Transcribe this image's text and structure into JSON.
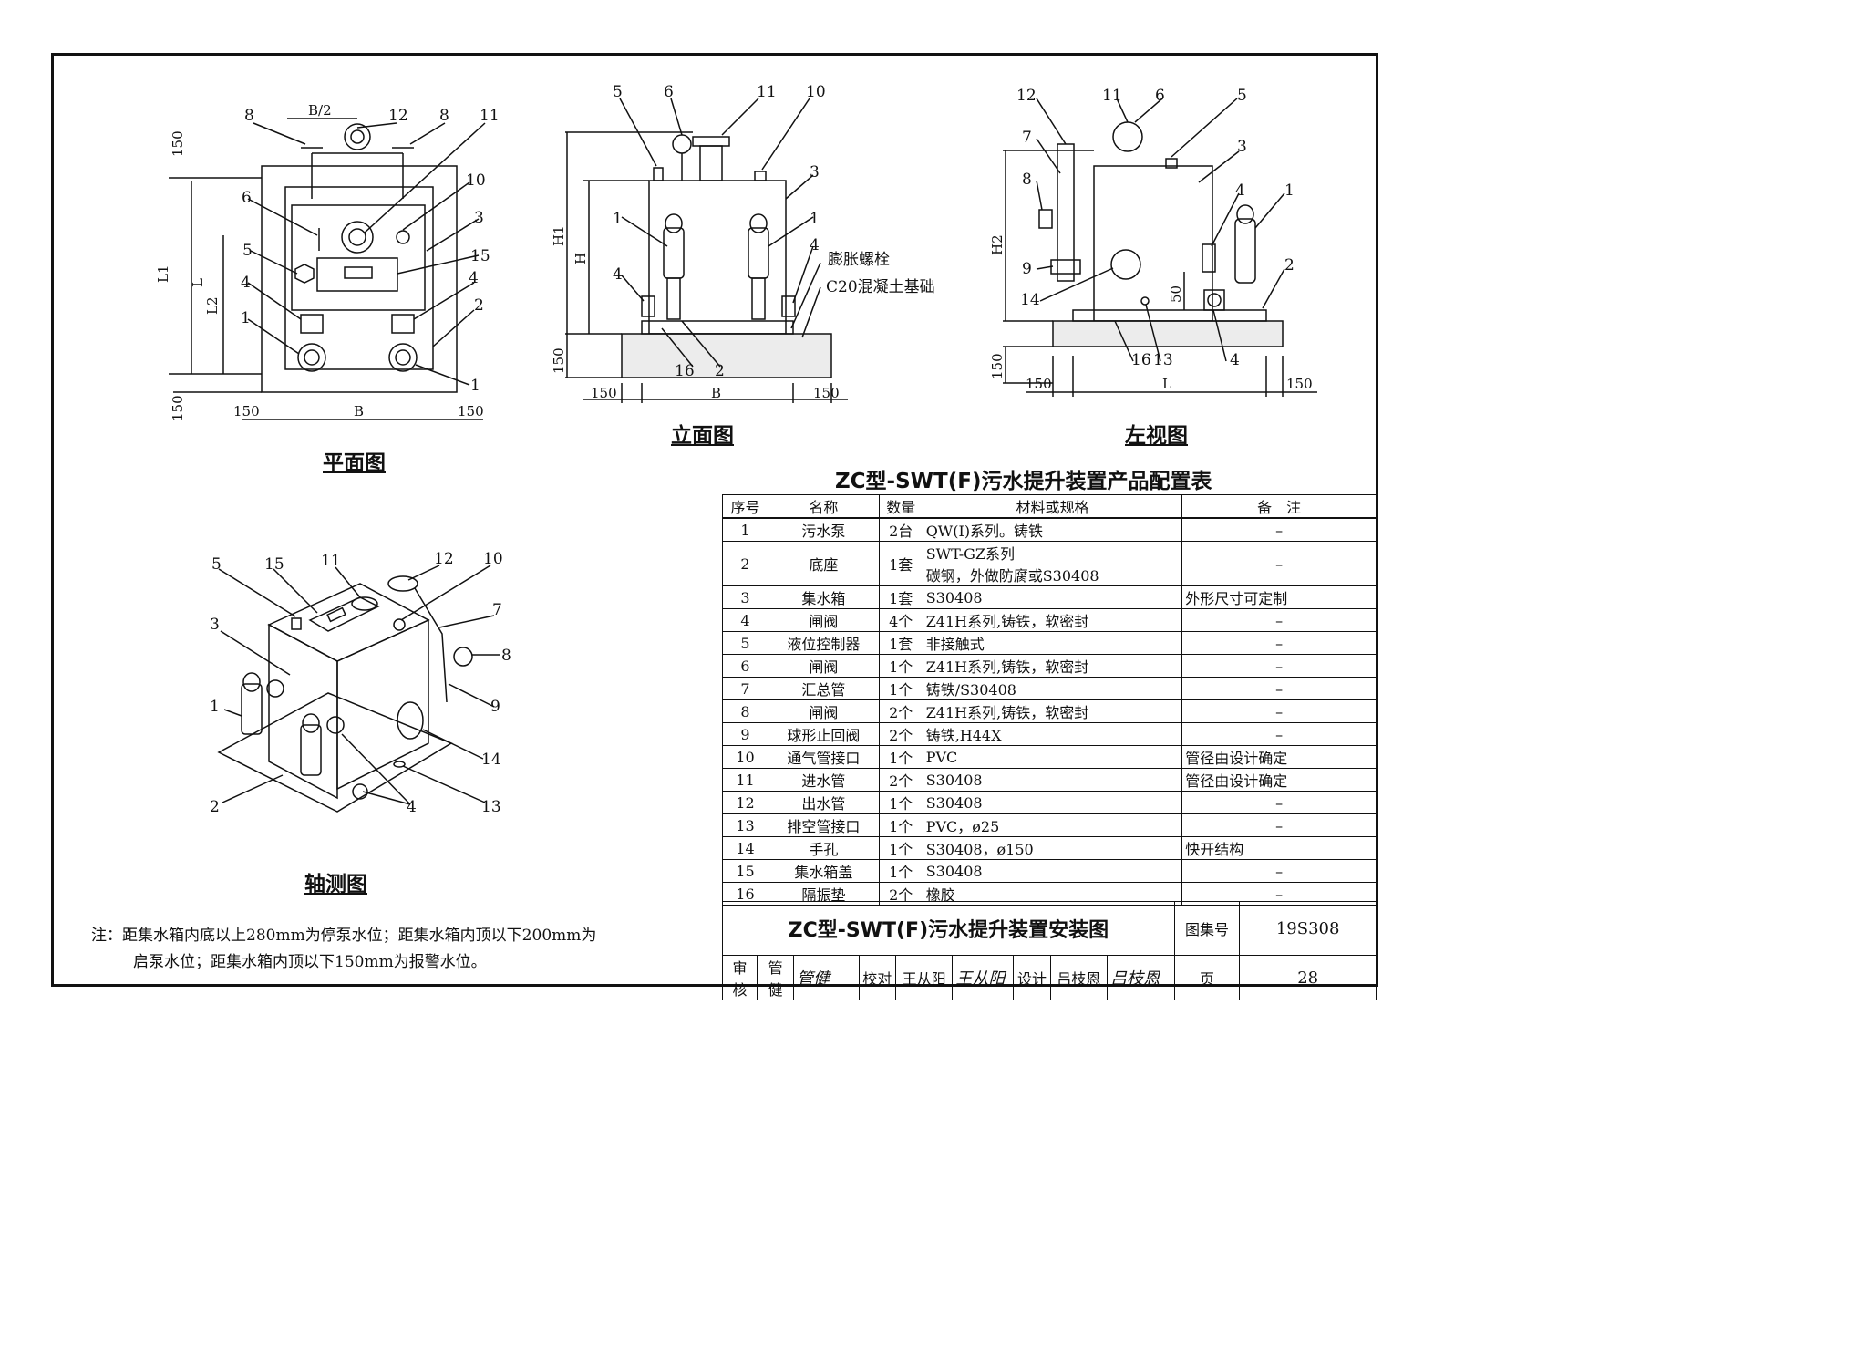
{
  "views": {
    "plan": {
      "title": "平面图",
      "labels": [
        "8",
        "12",
        "8",
        "11",
        "6",
        "10",
        "3",
        "5",
        "15",
        "4",
        "4",
        "1",
        "2",
        "1"
      ],
      "dims": [
        "B/2",
        "150",
        "150",
        "L1",
        "L",
        "L2",
        "150",
        "B",
        "150"
      ]
    },
    "elevation": {
      "title": "立面图",
      "labels": [
        "5",
        "6",
        "11",
        "10",
        "3",
        "1",
        "1",
        "4",
        "4",
        "16",
        "2"
      ],
      "dims": [
        "H1",
        "H",
        "150",
        "150",
        "B",
        "150"
      ],
      "notes": [
        "膨胀螺栓",
        "C20混凝土基础"
      ]
    },
    "side": {
      "title": "左视图",
      "labels": [
        "12",
        "11",
        "6",
        "5",
        "7",
        "3",
        "8",
        "4",
        "1",
        "9",
        "2",
        "14",
        "13",
        "16",
        "4"
      ],
      "dims": [
        "H2",
        "50",
        "150",
        "150",
        "L",
        "150"
      ]
    },
    "axon": {
      "title": "轴测图",
      "labels": [
        "5",
        "15",
        "11",
        "12",
        "10",
        "3",
        "7",
        "8",
        "9",
        "1",
        "14",
        "2",
        "4",
        "13"
      ]
    }
  },
  "table": {
    "title": "ZC型-SWT(F)污水提升装置产品配置表",
    "headers": [
      "序号",
      "名称",
      "数量",
      "材料或规格",
      "备　注"
    ],
    "rows": [
      {
        "no": "1",
        "name": "污水泵",
        "qty": "2台",
        "spec": "QW(I)系列。铸铁",
        "spec2": "",
        "remark": "–"
      },
      {
        "no": "2",
        "name": "底座",
        "qty": "1套",
        "spec": "SWT-GZ系列",
        "spec2": "碳钢，外做防腐或S30408",
        "remark": "–"
      },
      {
        "no": "3",
        "name": "集水箱",
        "qty": "1套",
        "spec": "S30408",
        "spec2": "",
        "remark": "外形尺寸可定制"
      },
      {
        "no": "4",
        "name": "闸阀",
        "qty": "4个",
        "spec": "Z41H系列,铸铁，软密封",
        "spec2": "",
        "remark": "–"
      },
      {
        "no": "5",
        "name": "液位控制器",
        "qty": "1套",
        "spec": "非接触式",
        "spec2": "",
        "remark": "–"
      },
      {
        "no": "6",
        "name": "闸阀",
        "qty": "1个",
        "spec": "Z41H系列,铸铁，软密封",
        "spec2": "",
        "remark": "–"
      },
      {
        "no": "7",
        "name": "汇总管",
        "qty": "1个",
        "spec": "铸铁/S30408",
        "spec2": "",
        "remark": "–"
      },
      {
        "no": "8",
        "name": "闸阀",
        "qty": "2个",
        "spec": "Z41H系列,铸铁，软密封",
        "spec2": "",
        "remark": "–"
      },
      {
        "no": "9",
        "name": "球形止回阀",
        "qty": "2个",
        "spec": "铸铁,H44X",
        "spec2": "",
        "remark": "–"
      },
      {
        "no": "10",
        "name": "通气管接口",
        "qty": "1个",
        "spec": "PVC",
        "spec2": "",
        "remark": "管径由设计确定"
      },
      {
        "no": "11",
        "name": "进水管",
        "qty": "2个",
        "spec": "S30408",
        "spec2": "",
        "remark": "管径由设计确定"
      },
      {
        "no": "12",
        "name": "出水管",
        "qty": "1个",
        "spec": "S30408",
        "spec2": "",
        "remark": "–"
      },
      {
        "no": "13",
        "name": "排空管接口",
        "qty": "1个",
        "spec": "PVC，ø25",
        "spec2": "",
        "remark": "–"
      },
      {
        "no": "14",
        "name": "手孔",
        "qty": "1个",
        "spec": "S30408，ø150",
        "spec2": "",
        "remark": "快开结构"
      },
      {
        "no": "15",
        "name": "集水箱盖",
        "qty": "1个",
        "spec": "S30408",
        "spec2": "",
        "remark": "–"
      },
      {
        "no": "16",
        "name": "隔振垫",
        "qty": "2个",
        "spec": "橡胶",
        "spec2": "",
        "remark": "–"
      }
    ]
  },
  "title_block": {
    "drawing_title": "ZC型-SWT(F)污水提升装置安装图",
    "atlas_label": "图集号",
    "atlas_no": "19S308",
    "review_label": "审核",
    "reviewer": "管 健",
    "reviewer_sig": "管健",
    "check_label": "校对",
    "checker": "王从阳",
    "checker_sig": "王从阳",
    "design_label": "设计",
    "designer": "吕枝恩",
    "designer_sig": "吕枝恩",
    "page_label": "页",
    "page_no": "28"
  },
  "note": {
    "line1": "注：距集水箱内底以上280mm为停泵水位；距集水箱内顶以下200mm为",
    "line2": "启泵水位；距集水箱内顶以下150mm为报警水位。"
  }
}
